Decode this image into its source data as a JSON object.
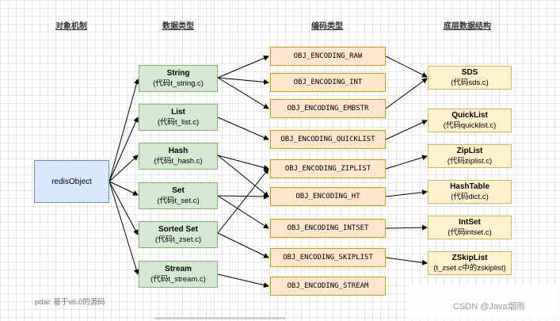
{
  "columns": [
    "对象机制",
    "数据类型",
    "编码类型",
    "底层数据结构"
  ],
  "redis_object": "redisObject",
  "data_types": [
    {
      "name": "String",
      "source": "(代码t_string.c)"
    },
    {
      "name": "List",
      "source": "(代码t_list.c)"
    },
    {
      "name": "Hash",
      "source": "(代码t_hash.c)"
    },
    {
      "name": "Set",
      "source": "(代码t_set.c)"
    },
    {
      "name": "Sorted Set",
      "source": "(代码t_zset.c)"
    },
    {
      "name": "Stream",
      "source": "(代码t_stream.c)"
    }
  ],
  "encodings": [
    "OBJ_ENCODING_RAW",
    "OBJ_ENCODING_INT",
    "OBJ_ENCODING_EMBSTR",
    "OBJ_ENCODING_QUICKLIST",
    "OBJ_ENCODING_ZIPLIST",
    "OBJ_ENCODING_HT",
    "OBJ_ENCODING_INTSET",
    "OBJ_ENCODING_SKIPLIST",
    "OBJ_ENCODING_STREAM"
  ],
  "structures": [
    {
      "name": "SDS",
      "source": "(代码sds.c)"
    },
    {
      "name": "QuickList",
      "source": "(代码quicklist.c)"
    },
    {
      "name": "ZipList",
      "source": "(代码ziplist.c)"
    },
    {
      "name": "HashTable",
      "source": "(代码dict.c)"
    },
    {
      "name": "IntSet",
      "source": "(代码intset.c)"
    },
    {
      "name": "ZSkipList",
      "source": "(t_zset.c中的zskiplist)"
    }
  ],
  "source_note": "pdai: 基于v6.0的源码",
  "watermark": "CSDN @Java烟雨",
  "colors": {
    "redis_object_fill": "#dae8fc",
    "data_type_fill": "#d5e8d4",
    "encoding_fill": "#ffe6cc",
    "structure_fill": "#fff2cc"
  }
}
